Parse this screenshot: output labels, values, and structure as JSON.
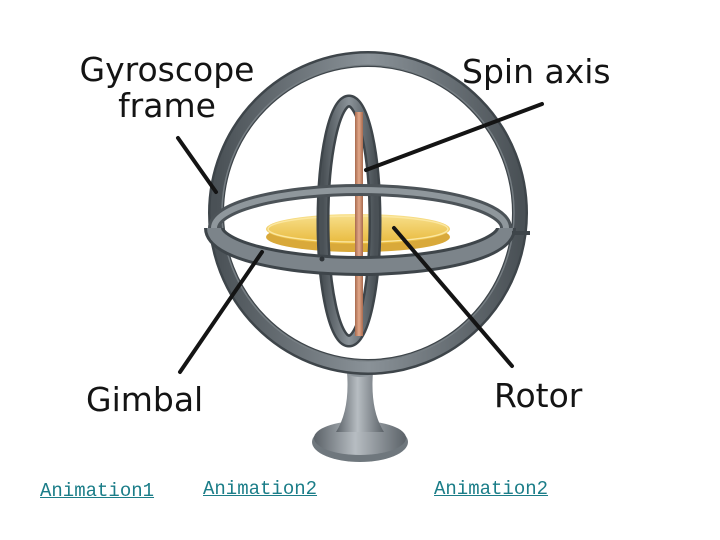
{
  "labels": {
    "frame": "Gyroscope\nframe",
    "spin_axis": "Spin axis",
    "gimbal": "Gimbal",
    "rotor": "Rotor"
  },
  "links": {
    "animation1": "Animation1",
    "animation2_left": "Animation2",
    "animation2_right": "Animation2"
  },
  "colors": {
    "frame_metal": "#6b7379",
    "frame_dark": "#3e454a",
    "rotor_gold": "#f2cf5b",
    "axis_copper": "#c98a6a",
    "link": "#1b7d88"
  }
}
